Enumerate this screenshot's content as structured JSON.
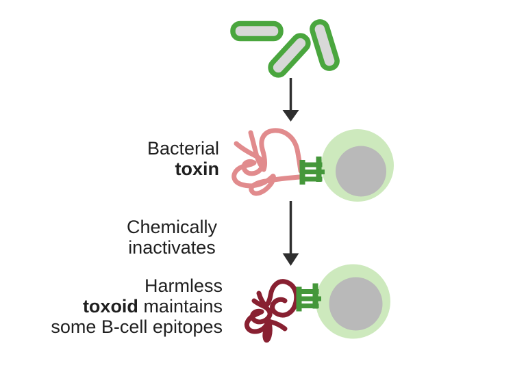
{
  "labels": {
    "toxin": {
      "line1": "Bacterial",
      "line2_bold": "toxin"
    },
    "process": {
      "line1": "Chemically",
      "line2": "inactivates"
    },
    "toxoid": {
      "line1": "Harmless",
      "line2_bold": "toxoid",
      "line2_rest": " maintains",
      "line3": "some B-cell epitopes"
    }
  },
  "colors": {
    "background": "#ffffff",
    "bacteria_outline": "#4aa63e",
    "bacteria_fill": "#d8d8d8",
    "receptor_green": "#44973a",
    "toxin_stroke": "#e18b8d",
    "toxoid_stroke": "#882031",
    "cell_fill": "#cde9bd",
    "nucleus_fill": "#b9b9b9",
    "arrow": "#2e2e2e",
    "text": "#1f1f1f"
  }
}
